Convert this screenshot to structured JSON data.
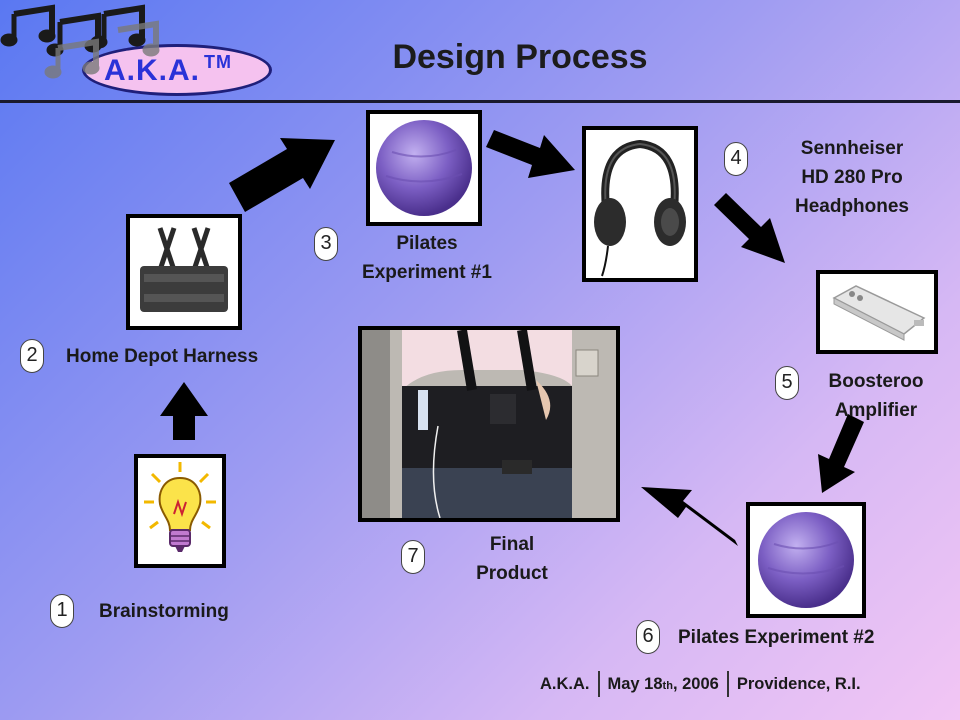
{
  "header": {
    "title": "Design Process",
    "logo_text": "A.K.A.",
    "logo_tm": "TM"
  },
  "steps": [
    {
      "number": "1",
      "label": "Brainstorming"
    },
    {
      "number": "2",
      "label": "Home Depot Harness"
    },
    {
      "number": "3",
      "label_line1": "Pilates",
      "label_line2": "Experiment #1"
    },
    {
      "number": "4",
      "label_line1": "Sennheiser",
      "label_line2": "HD 280 Pro",
      "label_line3": "Headphones"
    },
    {
      "number": "5",
      "label_line1": "Boosteroo",
      "label_line2": "Amplifier"
    },
    {
      "number": "6",
      "label": "Pilates Experiment #2"
    },
    {
      "number": "7",
      "label_line1": "Final",
      "label_line2": "Product"
    }
  ],
  "footer": {
    "org": "A.K.A.",
    "date_prefix": "May 18",
    "date_suffix": "th",
    "date_year": ", 2006",
    "location": "Providence, R.I."
  },
  "colors": {
    "accent_blue": "#2a32d8",
    "ball_purple": "#7c5fc4",
    "arrow": "#000000"
  },
  "icons": [
    "music-notes-icon",
    "lightbulb-icon",
    "harness-icon",
    "exercise-ball-icon",
    "headphones-icon",
    "amplifier-icon"
  ]
}
